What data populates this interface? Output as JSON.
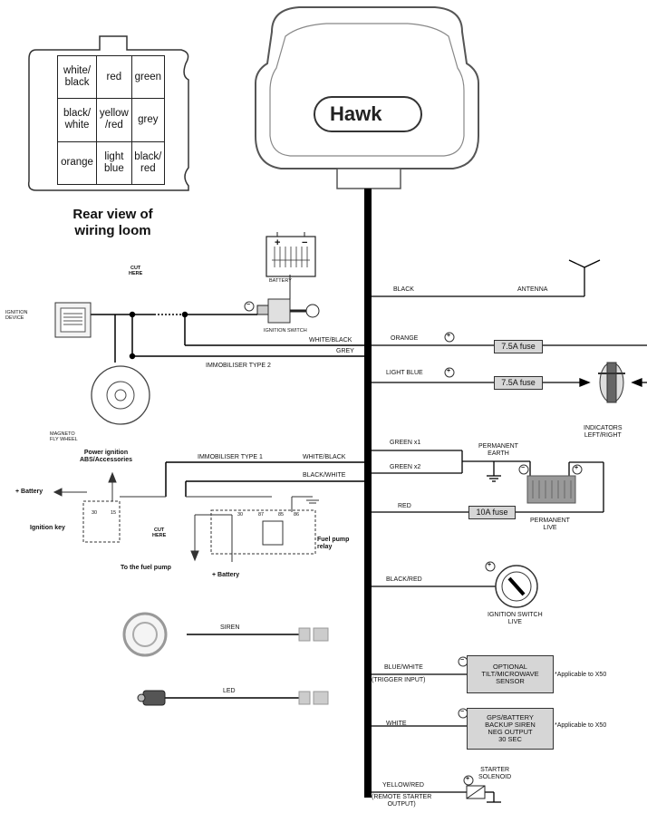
{
  "brand": "Hawk",
  "loom": {
    "title_line1": "Rear view of",
    "title_line2": "wiring loom",
    "cells": [
      [
        "white/\nblack",
        "red",
        "green"
      ],
      [
        "black/\nwhite",
        "yellow\n/red",
        "grey"
      ],
      [
        "orange",
        "light\nblue",
        "black/\nred"
      ]
    ]
  },
  "left": {
    "cut_here": "CUT\nHERE",
    "battery": "BATTERY",
    "ignition_switch": "IGNITION SWITCH",
    "ignition_device": "IGNITION\nDEVICE",
    "magneto": "MAGNETO\nFLY WHEEL",
    "white_black": "WHITE/BLACK",
    "grey": "GREY",
    "immob2": "IMMOBILISER TYPE 2",
    "immob1": "IMMOBILISER TYPE 1",
    "white_black_2": "WHITE/BLACK",
    "black_white": "BLACK/WHITE",
    "power_ignition": "Power ignition\nABS/Accessories",
    "plus_battery": "+ Battery",
    "ignition_key": "Ignition key",
    "cut_here_2": "CUT\nHERE",
    "fuel_pump_relay": "Fuel pump\nrelay",
    "to_fuel_pump": "To the fuel pump",
    "plus_battery_2": "+ Battery",
    "relay_pins": [
      "30",
      "15",
      "30",
      "87",
      "85",
      "86"
    ],
    "siren": "SIREN",
    "led": "LED"
  },
  "right": {
    "black": "BLACK",
    "antenna": "ANTENNA",
    "orange": "ORANGE",
    "fuse1": "7.5A fuse",
    "light_blue": "LIGHT BLUE",
    "fuse2": "7.5A fuse",
    "indicators": "INDICATORS\nLEFT/RIGHT",
    "green_x1": "GREEN x1",
    "green_x2": "GREEN x2",
    "permanent_earth": "PERMANENT\nEARTH",
    "red": "RED",
    "fuse3": "10A fuse",
    "permanent_live": "PERMANENT\nLIVE",
    "black_red": "BLACK/RED",
    "ign_switch_live": "IGNITION SWITCH\nLIVE",
    "blue_white": "BLUE/WHITE",
    "trigger_input": "(TRIGGER INPUT)",
    "tilt_sensor": "OPTIONAL\nTILT/MICROWAVE\nSENSOR",
    "applicable1": "*Applicable to X50",
    "white": "WHITE",
    "gps_box": "GPS/BATTERY\nBACKUP SIREN\nNEG OUTPUT\n30 SEC",
    "applicable2": "*Applicable to X50",
    "yellow_red": "YELLOW/RED",
    "remote_starter": "(REMOTE STARTER\nOUTPUT)",
    "starter_solenoid": "STARTER\nSOLENOID"
  },
  "symbols": {
    "plus": "+",
    "minus": "−"
  }
}
